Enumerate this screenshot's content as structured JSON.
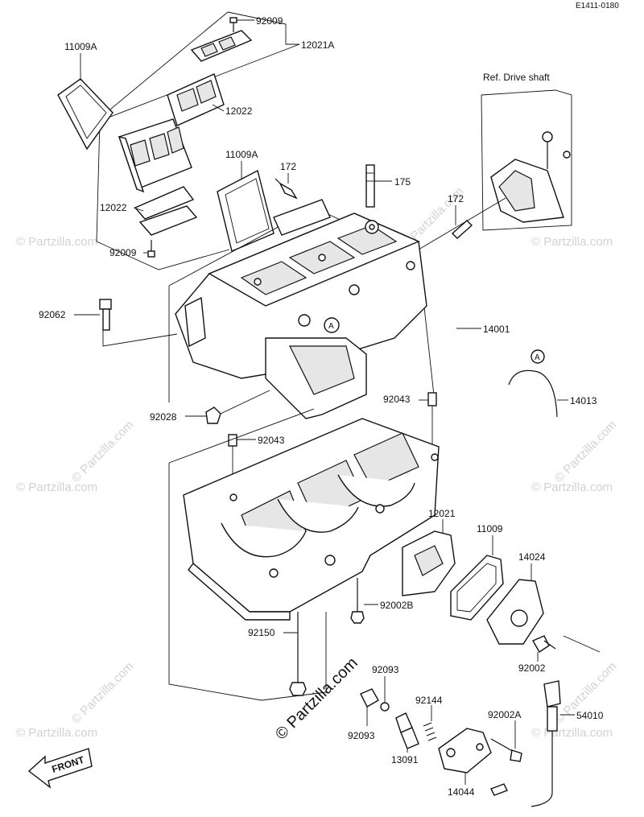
{
  "diagram_code": "E1411-0180",
  "ref_label": "Ref. Drive shaft",
  "front_label": "FRONT",
  "circle_marker": "A",
  "watermarks": {
    "small": "© Partzilla.com",
    "center": "© Partzilla.com"
  },
  "callouts": {
    "p92009_top": "92009",
    "p12021A": "12021A",
    "p11009A_left": "11009A",
    "p12022_top": "12022",
    "p11009A_mid": "11009A",
    "p172_left": "172",
    "p175": "175",
    "p172_right": "172",
    "p12022_bottom": "12022",
    "p92009_bottom": "92009",
    "p92062": "92062",
    "p14001": "14001",
    "p14013": "14013",
    "p92028": "92028",
    "p92043_right": "92043",
    "p92043_left": "92043",
    "p12021": "12021",
    "p11009": "11009",
    "p14024": "14024",
    "p92002B": "92002B",
    "p92150": "92150",
    "p92002": "92002",
    "p92093_top": "92093",
    "p92144": "92144",
    "p92002A": "92002A",
    "p54010": "54010",
    "p92093_bottom": "92093",
    "p13091": "13091",
    "p14044": "14044"
  }
}
